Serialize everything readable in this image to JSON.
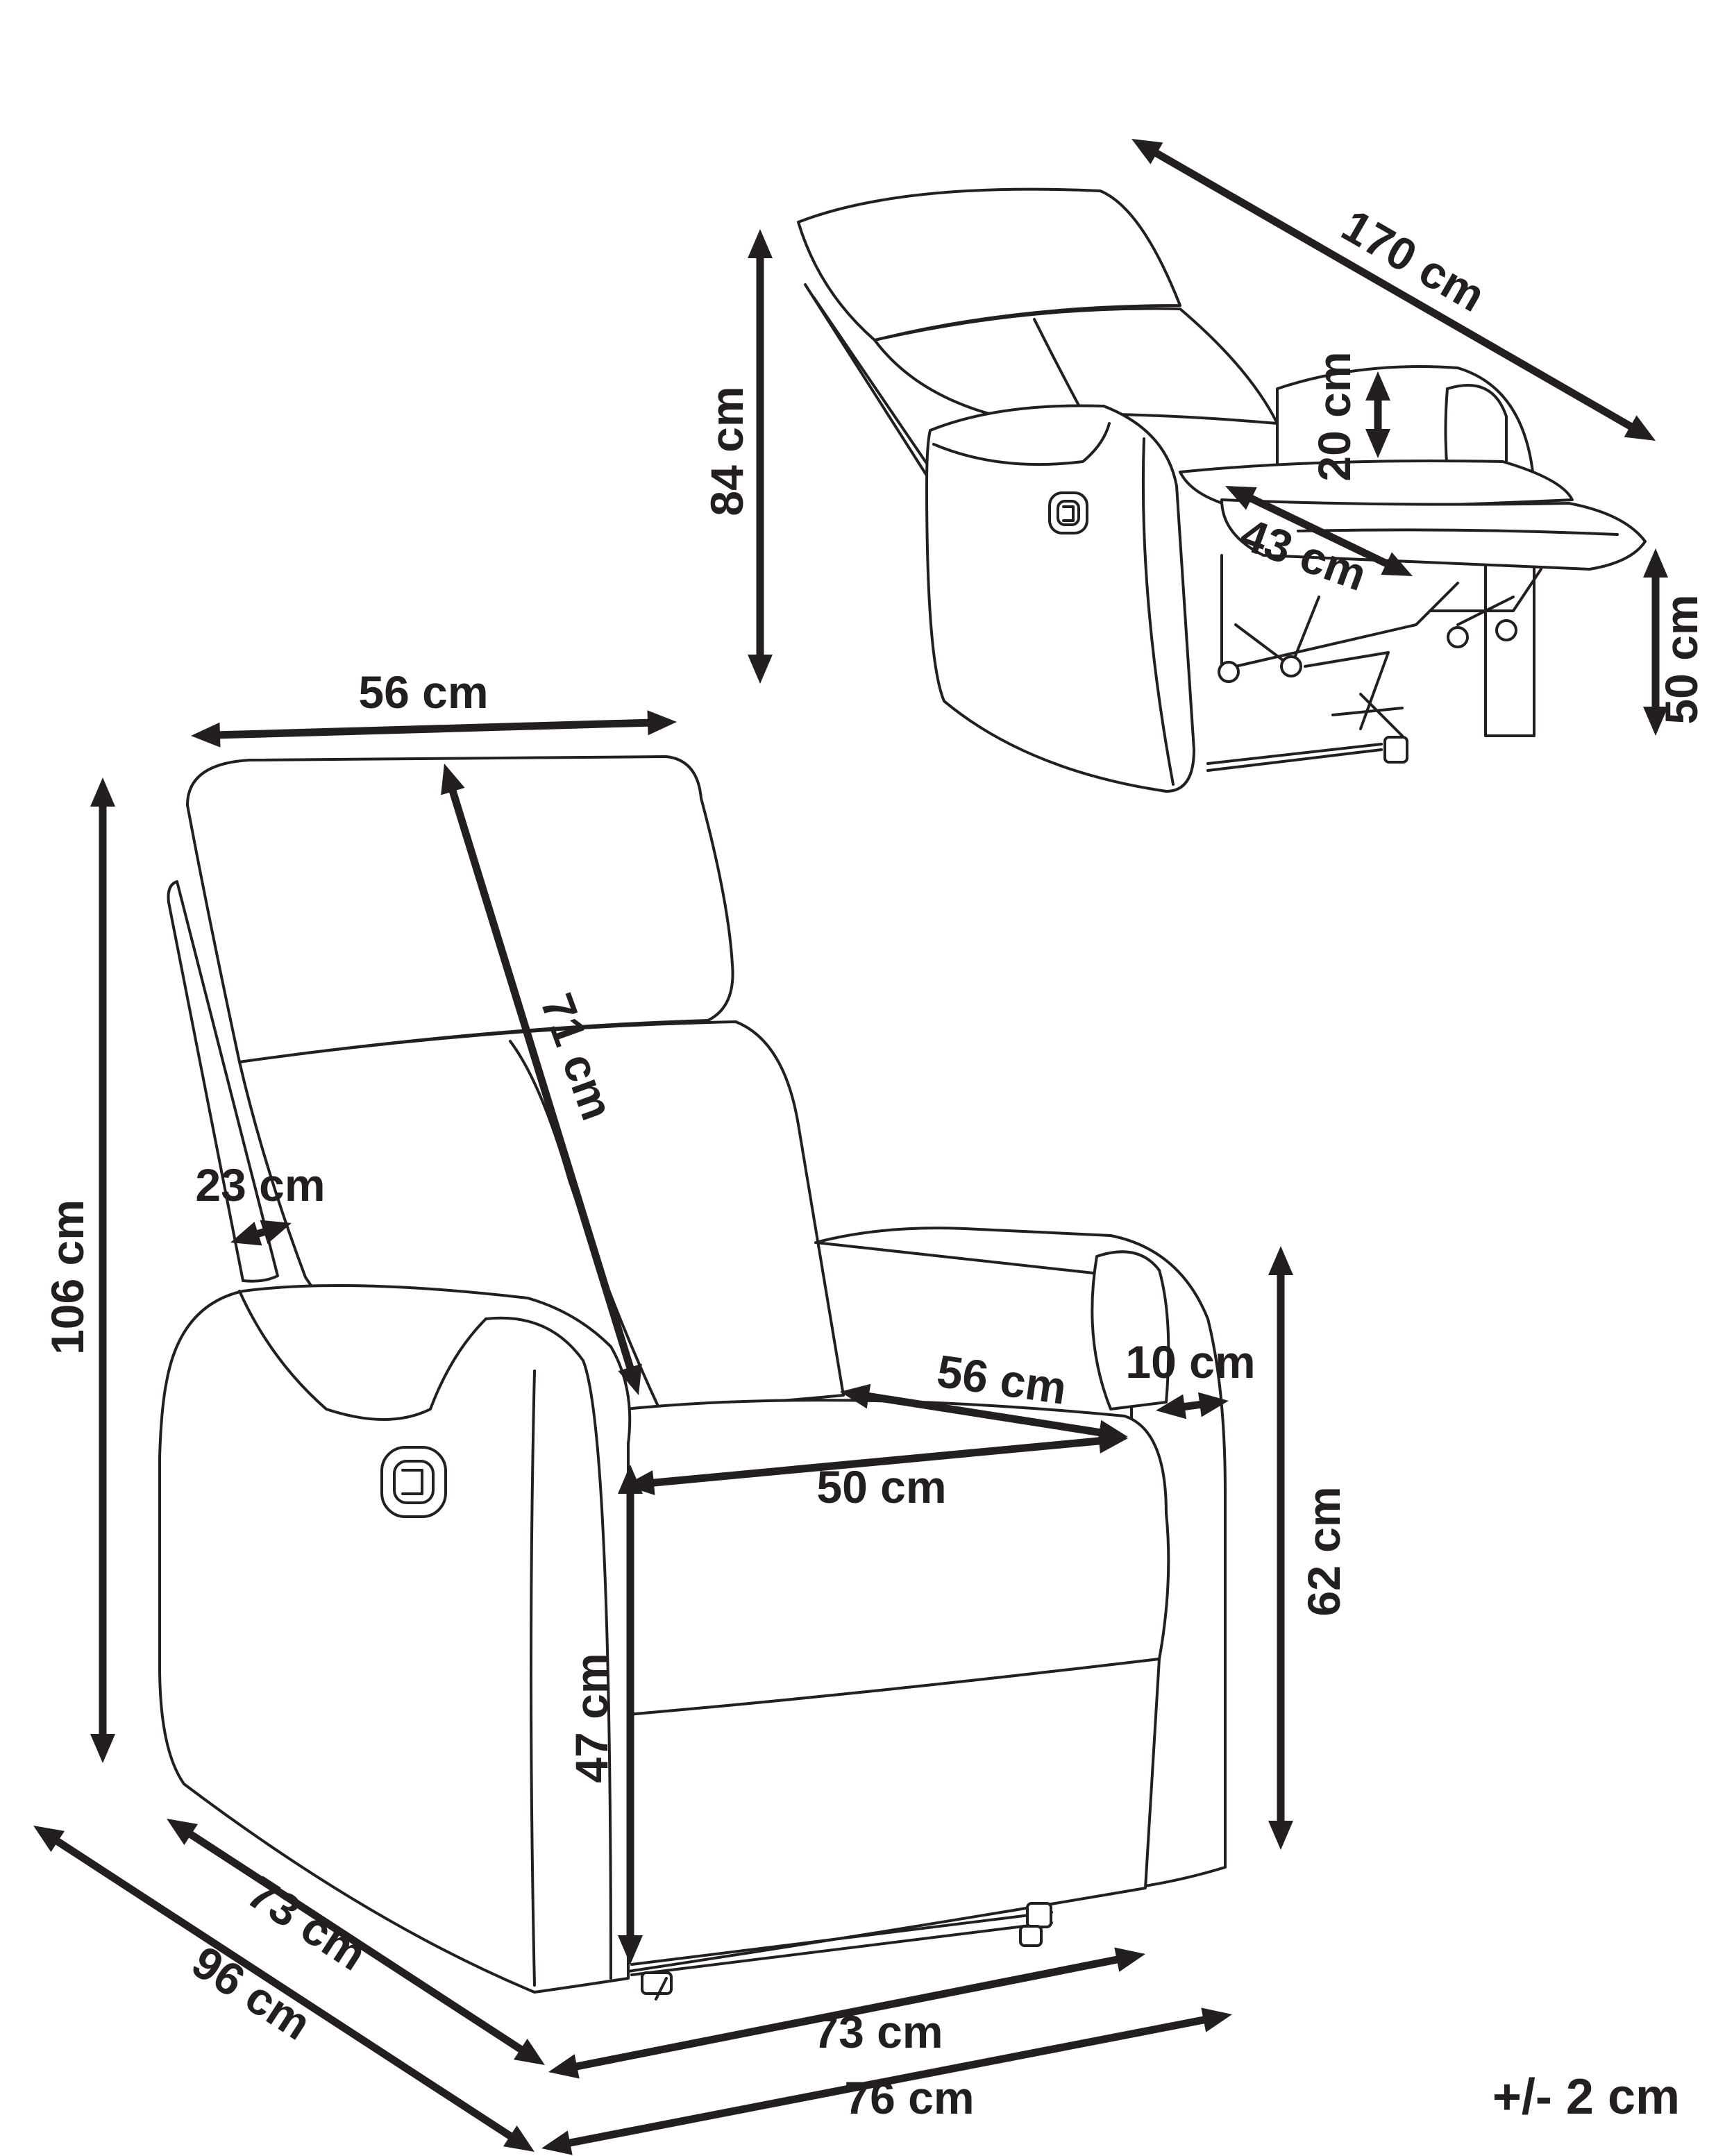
{
  "dimensions": {
    "reclined_height": "84 cm",
    "reclined_length": "170 cm",
    "armrest_above_seat": "20 cm",
    "footrest_depth": "43 cm",
    "footrest_height": "50 cm",
    "backrest_width": "56 cm",
    "backrest_length": "71 cm",
    "total_height": "106 cm",
    "backrest_thickness": "23 cm",
    "seat_depth": "56 cm",
    "armrest_width": "10 cm",
    "seat_width": "50 cm",
    "armrest_height": "62 cm",
    "seat_height": "47 cm",
    "seat_block_depth": "73 cm",
    "total_depth": "96 cm",
    "front_width": "73 cm",
    "total_width": "76 cm"
  },
  "tolerance": "+/- 2 cm",
  "colors": {
    "line": "#231f20",
    "background": "#ffffff"
  }
}
